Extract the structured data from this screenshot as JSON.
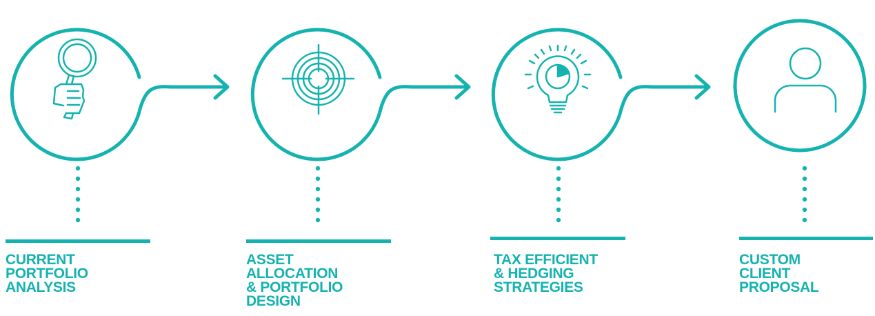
{
  "colors": {
    "accent": "#14b3b0",
    "background": "#ffffff"
  },
  "steps": [
    {
      "label_lines": [
        "CURRENT",
        "PORTFOLIO",
        "ANALYSIS"
      ],
      "icon": "magnifier-hand-icon"
    },
    {
      "label_lines": [
        "ASSET",
        "ALLOCATION",
        "& PORTFOLIO",
        "DESIGN"
      ],
      "icon": "target-crosshair-icon"
    },
    {
      "label_lines": [
        "TAX EFFICIENT",
        "& HEDGING",
        "STRATEGIES"
      ],
      "icon": "lightbulb-pie-chart-icon"
    },
    {
      "label_lines": [
        "CUSTOM",
        "CLIENT",
        "PROPOSAL"
      ],
      "icon": "user-icon"
    }
  ]
}
